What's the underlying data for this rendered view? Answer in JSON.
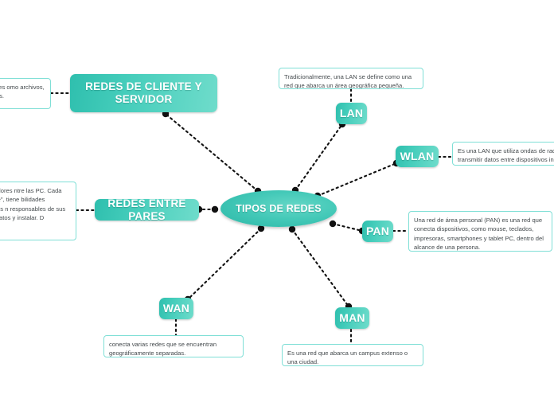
{
  "diagram": {
    "title": "TIPOS DE REDES",
    "type": "mind-map",
    "background_color": "#ffffff",
    "node_color": "#44c9b8",
    "note_border_color": "#7fdfd6",
    "connector_color": "#111111"
  },
  "central": {
    "label": "TIPOS DE REDES"
  },
  "branches": [
    {
      "id": "redes-cliente-servidor",
      "label": "REDES DE CLIENTE Y SERVIDOR"
    },
    {
      "id": "redes-entre-pares",
      "label": "REDES ENTRE PARES"
    },
    {
      "id": "lan",
      "label": "LAN"
    },
    {
      "id": "wlan",
      "label": "WLAN"
    },
    {
      "id": "pan",
      "label": "PAN"
    },
    {
      "id": "man",
      "label": "MAN"
    },
    {
      "id": "wan",
      "label": "WAN"
    }
  ],
  "notes": {
    "cliente_servidor": "talado que les omo archivos, a los clientes.",
    "entre_pares": "to, no hay servidores ntre las PC. Cada ominado \"cliente\", tiene bilidades equivalentes. Los n responsables de sus en decidir qué datos y instalar. D",
    "lan": "Tradicionalmente, una LAN se define como una red que abarca un área geográfica pequeña.",
    "wlan": "Es una LAN que utiliza ondas de radio transmitir datos entre dispositivos ina",
    "pan": "Una red de área personal (PAN) es una red que conecta dispositivos, como mouse, teclados, impresoras, smartphones y tablet PC, dentro del alcance de una persona.",
    "man": "Es una red que abarca un campus extenso o una ciudad.",
    "wan": "conecta varias redes que se encuentran geográficamente separadas."
  }
}
